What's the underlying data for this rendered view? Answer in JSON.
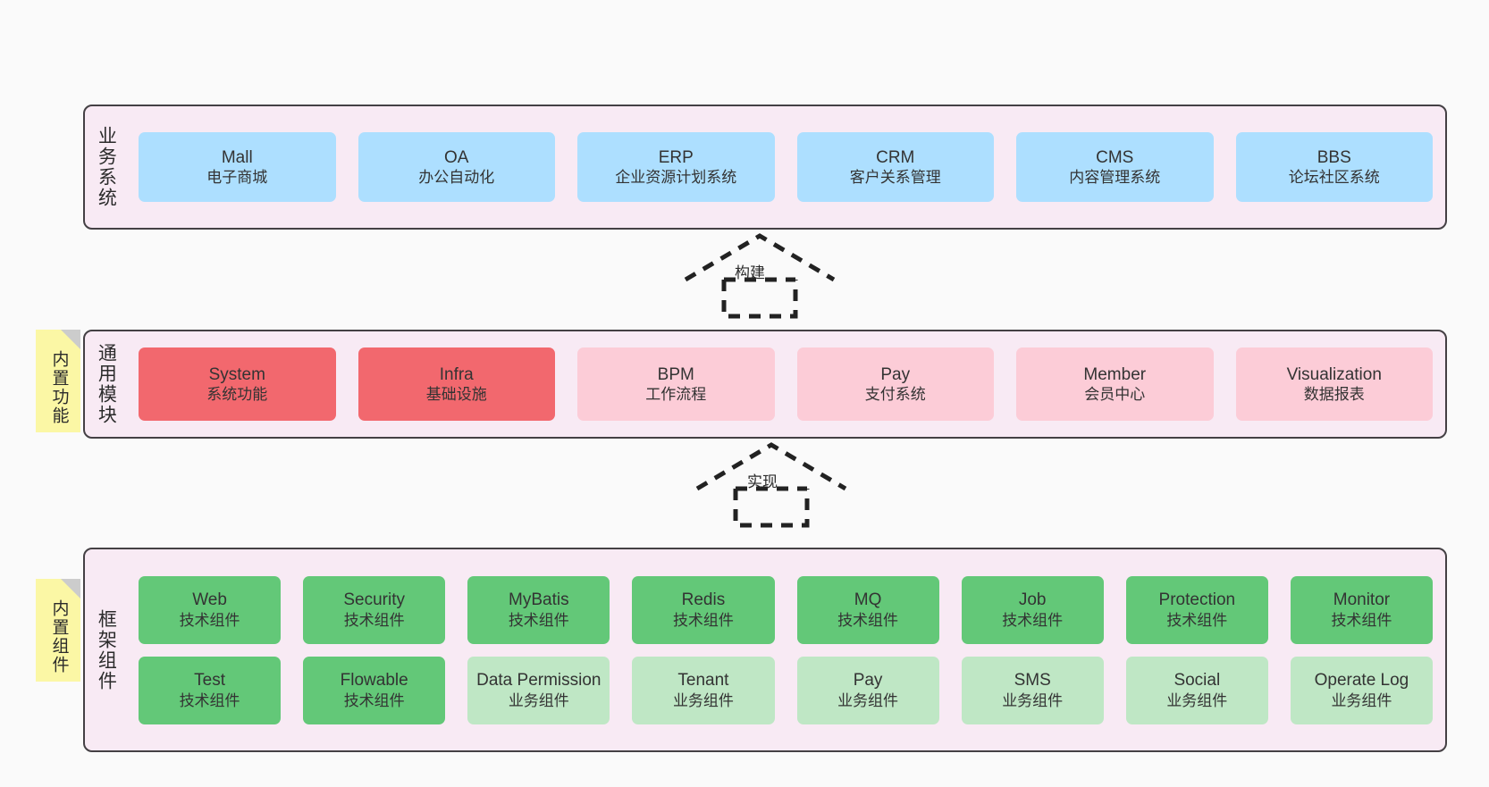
{
  "diagram": {
    "background": "#fafafa",
    "panel_bg": "#f8eaf4",
    "panel_border": "#444044",
    "note_bg": "#fbf7a5",
    "colors": {
      "business": "#addfff",
      "core_module": "#f2686e",
      "optional_module": "#fcccd7",
      "tech_component": "#63c878",
      "business_component": "#bfe7c5"
    }
  },
  "layers": {
    "business": {
      "title": "业务系统",
      "cards": [
        {
          "en": "Mall",
          "cn": "电子商城"
        },
        {
          "en": "OA",
          "cn": "办公自动化"
        },
        {
          "en": "ERP",
          "cn": "企业资源计划系统"
        },
        {
          "en": "CRM",
          "cn": "客户关系管理"
        },
        {
          "en": "CMS",
          "cn": "内容管理系统"
        },
        {
          "en": "BBS",
          "cn": "论坛社区系统"
        }
      ]
    },
    "common": {
      "title": "通用模块",
      "note": "内置功能",
      "cards": [
        {
          "en": "System",
          "cn": "系统功能",
          "style": "c-red"
        },
        {
          "en": "Infra",
          "cn": "基础设施",
          "style": "c-red"
        },
        {
          "en": "BPM",
          "cn": "工作流程",
          "style": "c-pink"
        },
        {
          "en": "Pay",
          "cn": "支付系统",
          "style": "c-pink"
        },
        {
          "en": "Member",
          "cn": "会员中心",
          "style": "c-pink"
        },
        {
          "en": "Visualization",
          "cn": "数据报表",
          "style": "c-pink"
        }
      ]
    },
    "framework": {
      "title": "框架组件",
      "note": "内置组件",
      "row1": [
        {
          "en": "Web",
          "cn": "技术组件",
          "style": "c-green"
        },
        {
          "en": "Security",
          "cn": "技术组件",
          "style": "c-green"
        },
        {
          "en": "MyBatis",
          "cn": "技术组件",
          "style": "c-green"
        },
        {
          "en": "Redis",
          "cn": "技术组件",
          "style": "c-green"
        },
        {
          "en": "MQ",
          "cn": "技术组件",
          "style": "c-green"
        },
        {
          "en": "Job",
          "cn": "技术组件",
          "style": "c-green"
        },
        {
          "en": "Protection",
          "cn": "技术组件",
          "style": "c-green"
        },
        {
          "en": "Monitor",
          "cn": "技术组件",
          "style": "c-green"
        }
      ],
      "row2": [
        {
          "en": "Test",
          "cn": "技术组件",
          "style": "c-green"
        },
        {
          "en": "Flowable",
          "cn": "技术组件",
          "style": "c-green"
        },
        {
          "en": "Data Permission",
          "cn": "业务组件",
          "style": "c-lightgreen"
        },
        {
          "en": "Tenant",
          "cn": "业务组件",
          "style": "c-lightgreen"
        },
        {
          "en": "Pay",
          "cn": "业务组件",
          "style": "c-lightgreen"
        },
        {
          "en": "SMS",
          "cn": "业务组件",
          "style": "c-lightgreen"
        },
        {
          "en": "Social",
          "cn": "业务组件",
          "style": "c-lightgreen"
        },
        {
          "en": "Operate Log",
          "cn": "业务组件",
          "style": "c-lightgreen"
        }
      ]
    }
  },
  "connectors": [
    {
      "label": "构建",
      "name": "build-arrow"
    },
    {
      "label": "实现",
      "name": "implement-arrow"
    }
  ]
}
